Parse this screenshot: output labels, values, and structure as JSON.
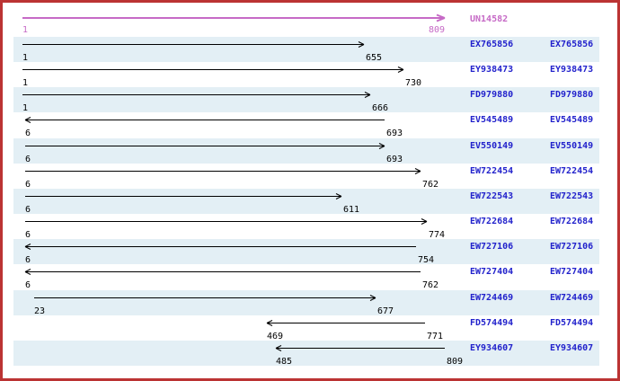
{
  "colors": {
    "border_red": "#bb3333",
    "orchid_ruler": "#c66ac6",
    "accession_link_blue": "#2222cc",
    "band_light_blue": "#e3eff5",
    "alignment_arrow_black": "#000000"
  },
  "ruler": {
    "name": "UN14582",
    "start": 1,
    "end": 809,
    "start_label": "1",
    "end_label": "809",
    "direction": "right"
  },
  "rows": [
    {
      "accession": "EX765856",
      "start": 1,
      "end": 655,
      "direction": "right",
      "shaded": true
    },
    {
      "accession": "EY938473",
      "start": 1,
      "end": 730,
      "direction": "right",
      "shaded": false
    },
    {
      "accession": "FD979880",
      "start": 1,
      "end": 666,
      "direction": "right",
      "shaded": true
    },
    {
      "accession": "EV545489",
      "start": 6,
      "end": 693,
      "direction": "left",
      "shaded": false
    },
    {
      "accession": "EV550149",
      "start": 6,
      "end": 693,
      "direction": "right",
      "shaded": true
    },
    {
      "accession": "EW722454",
      "start": 6,
      "end": 762,
      "direction": "right",
      "shaded": false
    },
    {
      "accession": "EW722543",
      "start": 6,
      "end": 611,
      "direction": "right",
      "shaded": true
    },
    {
      "accession": "EW722684",
      "start": 6,
      "end": 774,
      "direction": "right",
      "shaded": false
    },
    {
      "accession": "EW727106",
      "start": 6,
      "end": 754,
      "direction": "left",
      "shaded": true
    },
    {
      "accession": "EW727404",
      "start": 6,
      "end": 762,
      "direction": "left",
      "shaded": false
    },
    {
      "accession": "EW724469",
      "start": 23,
      "end": 677,
      "direction": "right",
      "shaded": true
    },
    {
      "accession": "FD574494",
      "start": 469,
      "end": 771,
      "direction": "left",
      "shaded": false
    },
    {
      "accession": "EY934607",
      "start": 485,
      "end": 809,
      "direction": "left",
      "shaded": true
    }
  ]
}
